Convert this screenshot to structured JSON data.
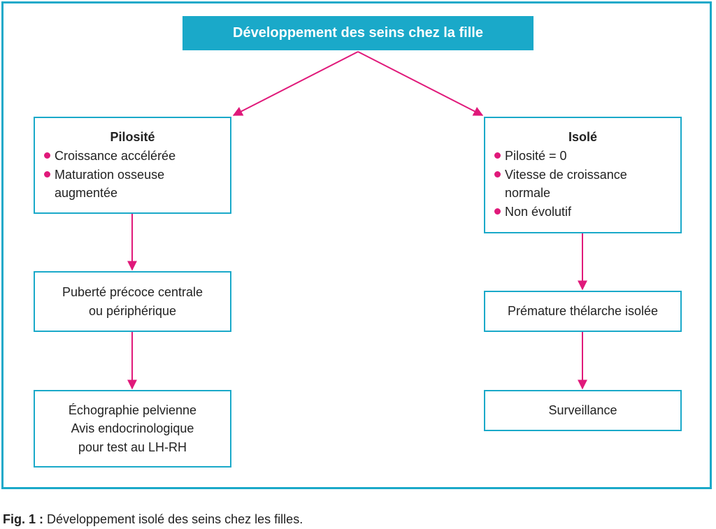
{
  "title": "Développement des seins chez la fille",
  "left": {
    "top_box": {
      "heading": "Pilosité",
      "items": [
        "Croissance accélérée",
        "Maturation osseuse augmentée"
      ]
    },
    "middle_box": [
      "Puberté précoce centrale",
      "ou périphérique"
    ],
    "bottom_box": [
      "Échographie pelvienne",
      "Avis endocrinologique",
      "pour test au LH-RH"
    ]
  },
  "right": {
    "top_box": {
      "heading": "Isolé",
      "items": [
        "Pilosité = 0",
        "Vitesse de croissance normale",
        "Non évolutif"
      ]
    },
    "middle_box": "Prémature thélarche isolée",
    "bottom_box": "Surveillance"
  },
  "caption": {
    "label": "Fig. 1 :",
    "text": " Développement isolé des seins chez les filles."
  },
  "colors": {
    "frame": "#1aa9c9",
    "arrow": "#e0197a",
    "title_bg": "#1aa9c9"
  }
}
